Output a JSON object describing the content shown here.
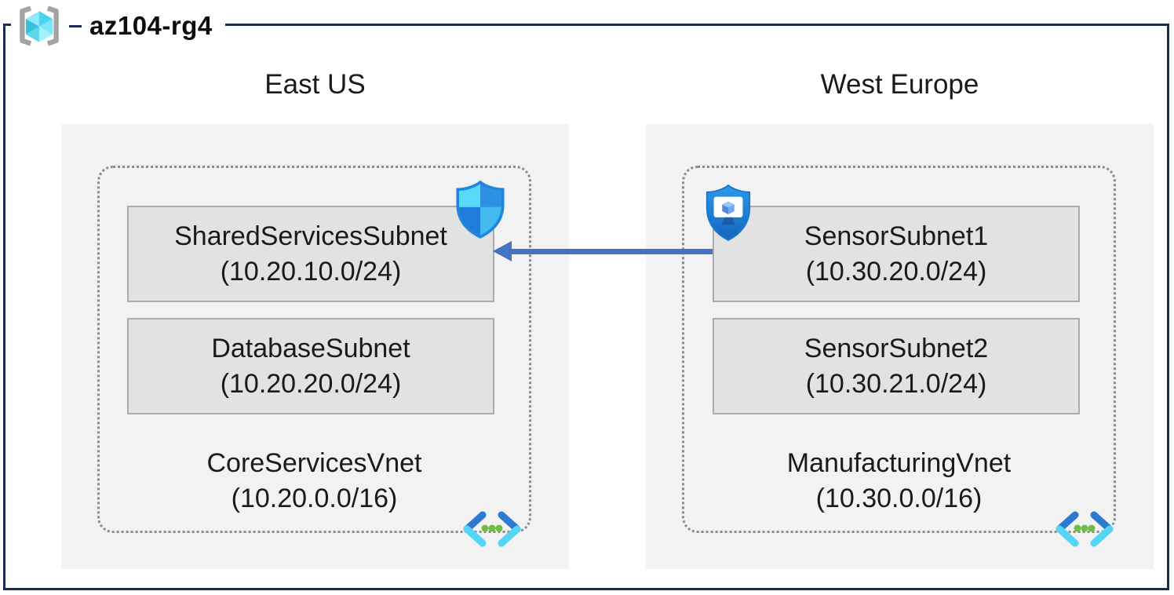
{
  "resource_group": {
    "title": "az104-rg4",
    "icon": "resource-group-icon"
  },
  "colors": {
    "outer_border_navy": "#1b2b4f",
    "region_background": "#f2f2f3",
    "subnet_fill": "#e2e2e2",
    "subnet_border": "#acacac",
    "vnet_dotted_border": "#8a8a8a",
    "peering_arrow_blue": "#4472c4",
    "vnet_icon_blue": "#2c7bd1",
    "vnet_icon_cyan": "#54d5f5",
    "vnet_icon_green": "#6fbe44"
  },
  "regions": [
    {
      "name": "East US",
      "vnet": {
        "name": "CoreServicesVnet",
        "cidr": "(10.20.0.0/16)",
        "icon": "virtual-network-icon",
        "subnets": [
          {
            "name": "SharedServicesSubnet",
            "cidr": "(10.20.10.0/24)",
            "badge": "defender-shield-icon"
          },
          {
            "name": "DatabaseSubnet",
            "cidr": "(10.20.20.0/24)",
            "badge": null
          }
        ]
      }
    },
    {
      "name": "West Europe",
      "vnet": {
        "name": "ManufacturingVnet",
        "cidr": "(10.30.0.0/16)",
        "icon": "virtual-network-icon",
        "subnets": [
          {
            "name": "SensorSubnet1",
            "cidr": "(10.30.20.0/24)",
            "badge": "bastion-shield-icon"
          },
          {
            "name": "SensorSubnet2",
            "cidr": "(10.30.21.0/24)",
            "badge": null
          }
        ]
      }
    }
  ],
  "connection": {
    "type": "arrow",
    "from": "SensorSubnet1",
    "to": "SharedServicesSubnet",
    "direction": "right-to-left",
    "color": "#4472c4"
  }
}
